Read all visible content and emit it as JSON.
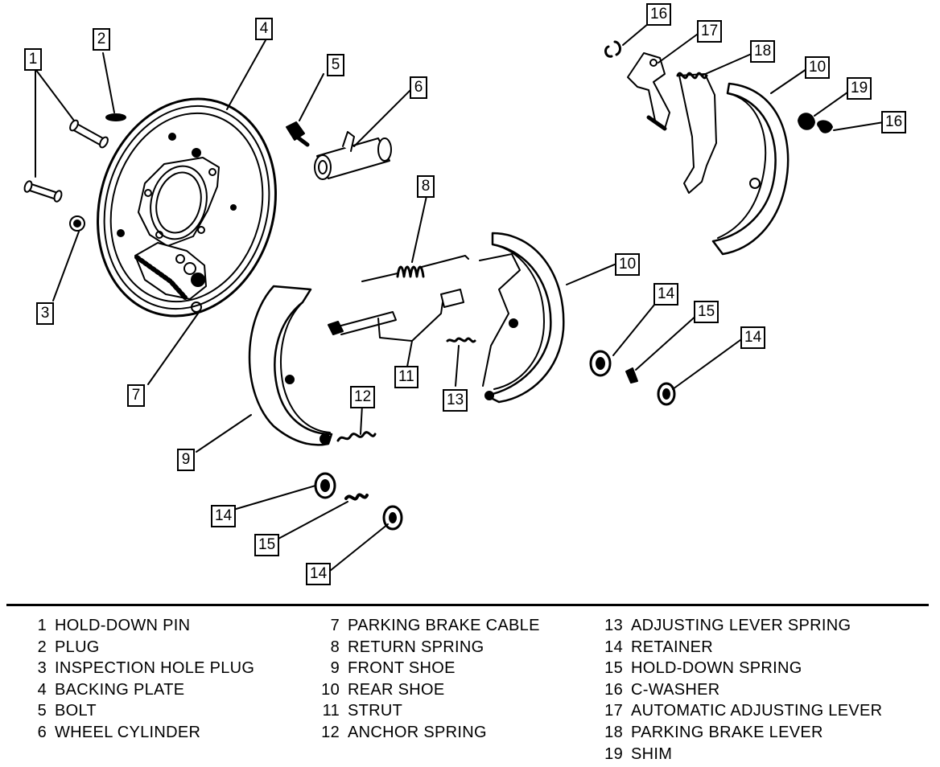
{
  "callouts": [
    "1",
    "2",
    "3",
    "4",
    "5",
    "6",
    "7",
    "8",
    "9",
    "10",
    "10",
    "11",
    "12",
    "13",
    "14",
    "14",
    "14",
    "14",
    "15",
    "15",
    "16",
    "16",
    "17",
    "18",
    "19"
  ],
  "legend": {
    "col1": [
      {
        "num": "1",
        "label": "HOLD-DOWN PIN"
      },
      {
        "num": "2",
        "label": "PLUG"
      },
      {
        "num": "3",
        "label": "INSPECTION HOLE PLUG"
      },
      {
        "num": "4",
        "label": "BACKING PLATE"
      },
      {
        "num": "5",
        "label": "BOLT"
      },
      {
        "num": "6",
        "label": "WHEEL CYLINDER"
      }
    ],
    "col2": [
      {
        "num": "7",
        "label": "PARKING BRAKE CABLE"
      },
      {
        "num": "8",
        "label": "RETURN SPRING"
      },
      {
        "num": "9",
        "label": "FRONT SHOE"
      },
      {
        "num": "10",
        "label": "REAR SHOE"
      },
      {
        "num": "11",
        "label": "STRUT"
      },
      {
        "num": "12",
        "label": "ANCHOR SPRING"
      }
    ],
    "col3": [
      {
        "num": "13",
        "label": "ADJUSTING LEVER SPRING"
      },
      {
        "num": "14",
        "label": "RETAINER"
      },
      {
        "num": "15",
        "label": "HOLD-DOWN SPRING"
      },
      {
        "num": "16",
        "label": "C-WASHER"
      },
      {
        "num": "17",
        "label": "AUTOMATIC ADJUSTING LEVER"
      },
      {
        "num": "18",
        "label": "PARKING BRAKE LEVER"
      },
      {
        "num": "19",
        "label": "SHIM"
      }
    ]
  }
}
